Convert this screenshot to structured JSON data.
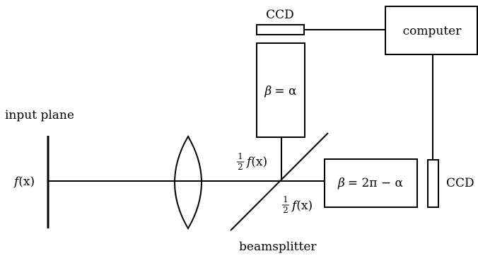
{
  "labels": {
    "ccd_top": "CCD",
    "computer": "computer",
    "input_plane": "input plane",
    "fx_var": "f",
    "fx_arg": "(x)",
    "beta_alpha_left": "β",
    "beta_alpha_right": "= α",
    "half_num": "1",
    "half_den": "2",
    "half_f": "f",
    "half_arg": "(x)",
    "beta_two_pi_left": "β",
    "beta_two_pi_right": "= 2π − α",
    "ccd_right": "CCD",
    "beamsplitter": "beamsplitter"
  },
  "colors": {
    "ink": "#000000",
    "background": "#ffffff"
  }
}
